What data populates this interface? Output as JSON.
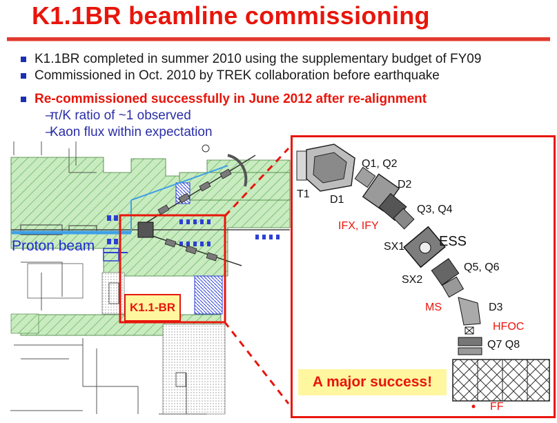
{
  "title": "K1.1BR beamline commissioning",
  "bullets": [
    "K1.1BR completed in summer 2010 using the supplementary budget of FY09",
    "Commissioned in Oct. 2010 by TREK collaboration before earthquake"
  ],
  "highlight": "Re-commissioned successfully in June 2012 after re-alignment",
  "sub_bullets": [
    "π/K ratio of ~1 observed",
    "Kaon flux within expectation"
  ],
  "figure": {
    "proton_label": "Proton beam",
    "k11_label": "K1.1-BR",
    "inset_labels": {
      "t1": "T1",
      "d1": "D1",
      "q1q2": "Q1, Q2",
      "d2": "D2",
      "q3q4": "Q3, Q4",
      "ifx": "IFX, IFY",
      "sx1": "SX1",
      "ess": "ESS",
      "q5q6": "Q5, Q6",
      "sx2": "SX2",
      "ms": "MS",
      "d3": "D3",
      "hfoc": "HFOC",
      "q7q8": "Q7 Q8",
      "ff": "FF"
    },
    "success_label": "A major success!",
    "colors": {
      "title": "#e8150b",
      "blue": "#1f2bd4",
      "hatch": "#6bbf5a",
      "highlight": "#fff6a0"
    }
  }
}
